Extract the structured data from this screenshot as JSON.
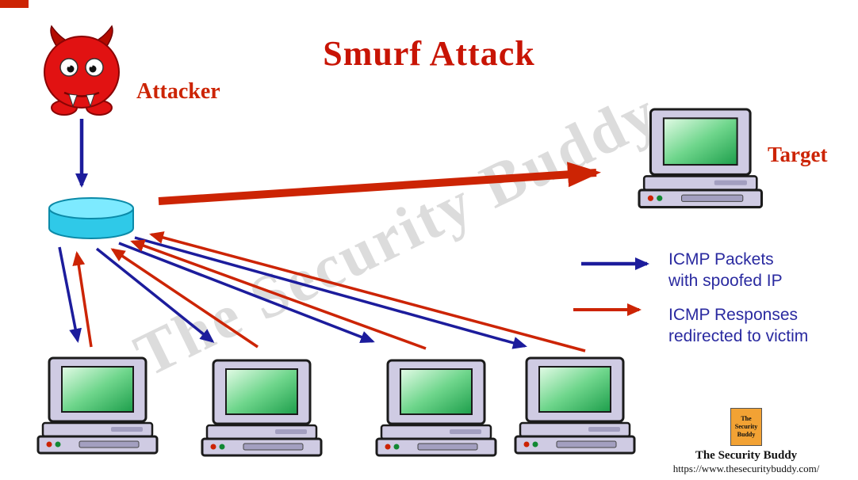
{
  "title": "Smurf Attack",
  "labels": {
    "attacker": "Attacker",
    "target": "Target"
  },
  "legend": {
    "packets_line1": "ICMP Packets",
    "packets_line2": "with spoofed IP",
    "responses_line1": "ICMP Responses",
    "responses_line2": "redirected to victim"
  },
  "watermark": "The Security Buddy",
  "footer": {
    "logo_lines": [
      "The",
      "Security",
      "Buddy"
    ],
    "brand": "The Security Buddy",
    "url": "https://www.thesecuritybuddy.com/"
  },
  "icons": {
    "attacker": "devil-icon",
    "network": "network-disk-icon",
    "victims": "desktop-computer-icon",
    "target": "desktop-computer-icon"
  },
  "colors": {
    "packet_arrow": "#1c1c9c",
    "response_arrow": "#cc2404",
    "title_text": "#c81404",
    "label_text": "#cc2404",
    "legend_text": "#2a2aa0",
    "disk_fill": "#2fc9e8",
    "screen_green": "#1d9e4b",
    "logo_orange": "#f2a234"
  }
}
